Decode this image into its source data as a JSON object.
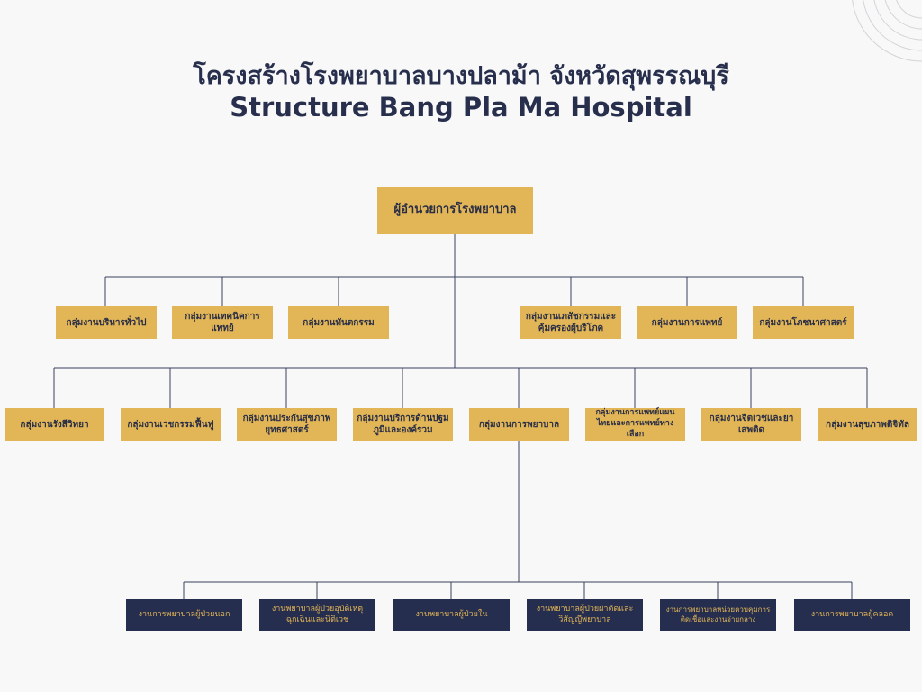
{
  "title": {
    "thai": "โครงสร้างโรงพยาบาลบางปลาม้า จังหวัดสุพรรณบุรี",
    "english": "Structure Bang Pla Ma Hospital"
  },
  "org": {
    "root": "ผู้อำนวยการโรงพยาบาล",
    "row1": [
      "กลุ่มงานบริหารทั่วไป",
      "กลุ่มงานเทคนิคการแพทย์",
      "กลุ่มงานทันตกรรม",
      "กลุ่มงานเภสัชกรรมและคุ้มครองผู้บริโภค",
      "กลุ่มงานการแพทย์",
      "กลุ่มงานโภชนาศาสตร์"
    ],
    "row2": [
      "กลุ่มงานรังสีวิทยา",
      "กลุ่มงานเวชกรรมฟื้นฟู",
      "กลุ่มงานประกันสุขภาพยุทธศาสตร์",
      "กลุ่มงานบริการด้านปฐมภูมิและองค์รวม",
      "กลุ่มงานการพยาบาล",
      "กลุ่มงานการแพทย์แผนไทยและการแพทย์ทางเลือก",
      "กลุ่มงานจิตเวชและยาเสพติด",
      "กลุ่มงานสุขภาพดิจิทัล"
    ],
    "row3": [
      "งานการพยาบาลผู้ป่วยนอก",
      "งานพยาบาลผู้ป่วยอุบัติเหตุฉุกเฉินและนิติเวช",
      "งานพยาบาลผู้ป่วยใน",
      "งานพยาบาลผู้ป่วยผ่าตัดและวิสัญญีพยาบาล",
      "งานการพยาบาลหน่วยควบคุมการติดเชื้อและงานจ่ายกลาง",
      "งานการพยาบาลผู้คลอด"
    ]
  },
  "colors": {
    "gold": "#e2b657",
    "navy": "#262e4f",
    "line": "#3a3f5c",
    "background": "#f8f8f9"
  }
}
